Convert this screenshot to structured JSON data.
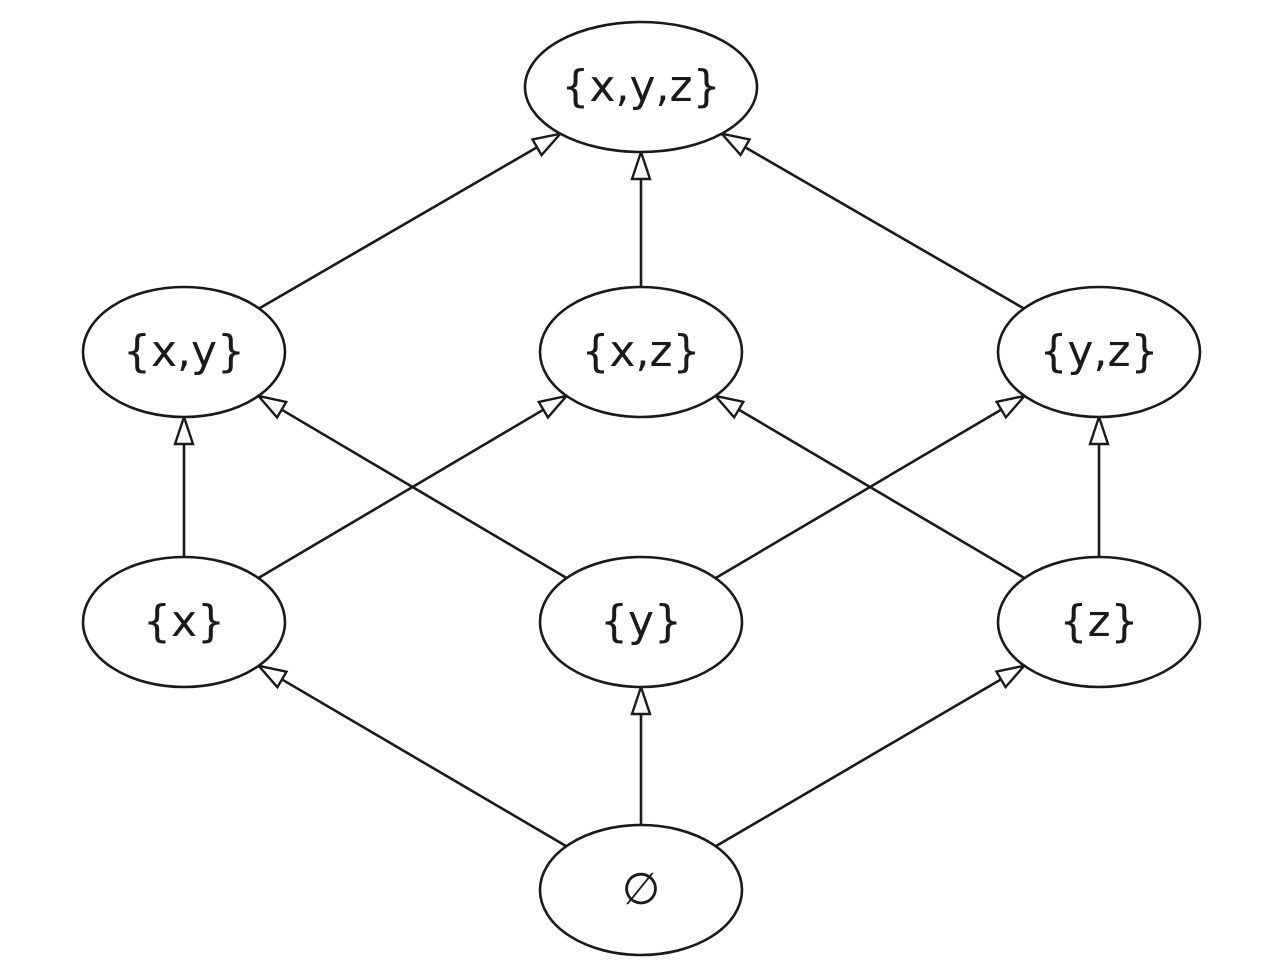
{
  "diagram": {
    "nodes": [
      {
        "id": "xyz",
        "label": "{x,y,z}"
      },
      {
        "id": "xy",
        "label": "{x,y}"
      },
      {
        "id": "xz",
        "label": "{x,z}"
      },
      {
        "id": "yz",
        "label": "{y,z}"
      },
      {
        "id": "x",
        "label": "{x}"
      },
      {
        "id": "y",
        "label": "{y}"
      },
      {
        "id": "z",
        "label": "{z}"
      },
      {
        "id": "empty",
        "label": "∅"
      }
    ],
    "edges": [
      {
        "from": "empty",
        "to": "x"
      },
      {
        "from": "empty",
        "to": "y"
      },
      {
        "from": "empty",
        "to": "z"
      },
      {
        "from": "x",
        "to": "xy"
      },
      {
        "from": "x",
        "to": "xz"
      },
      {
        "from": "y",
        "to": "xy"
      },
      {
        "from": "y",
        "to": "yz"
      },
      {
        "from": "z",
        "to": "xz"
      },
      {
        "from": "z",
        "to": "yz"
      },
      {
        "from": "xy",
        "to": "xyz"
      },
      {
        "from": "xz",
        "to": "xyz"
      },
      {
        "from": "yz",
        "to": "xyz"
      }
    ]
  }
}
